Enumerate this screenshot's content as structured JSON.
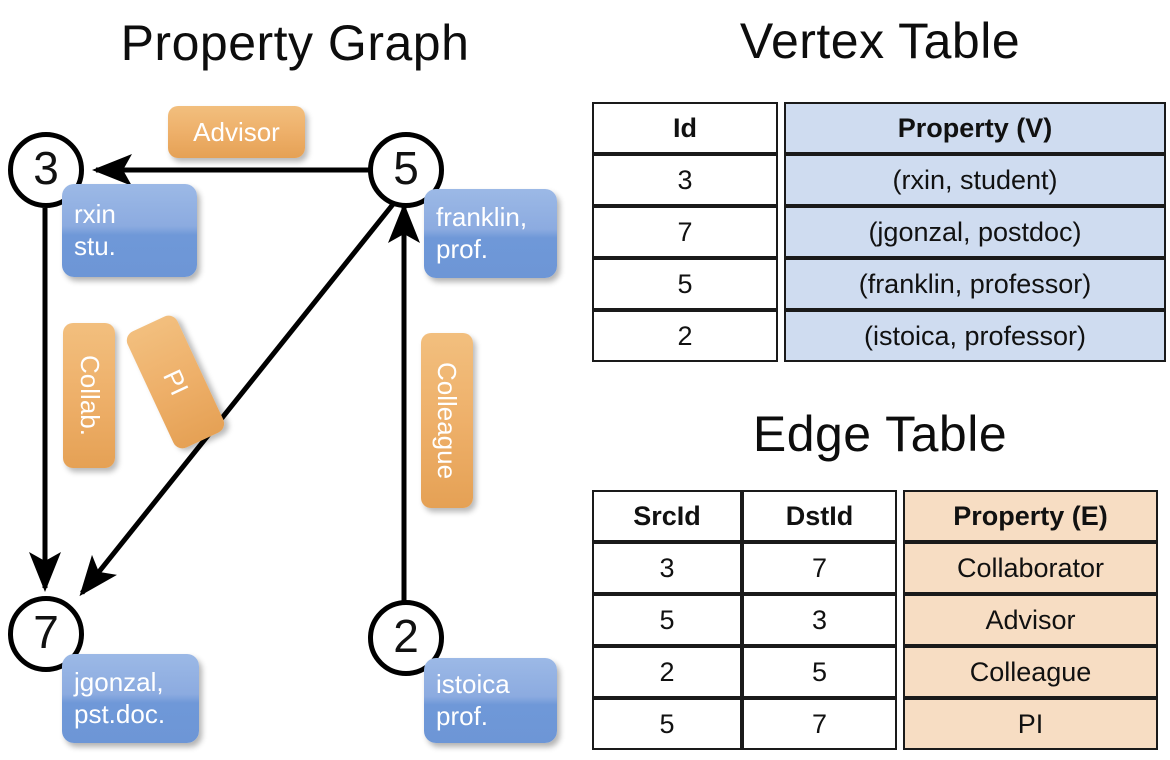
{
  "titles": {
    "property_graph": "Property Graph",
    "vertex_table": "Vertex Table",
    "edge_table": "Edge Table"
  },
  "graph": {
    "nodes": [
      {
        "id": "3",
        "label": "3",
        "property_lines": [
          "rxin",
          "stu."
        ]
      },
      {
        "id": "5",
        "label": "5",
        "property_lines": [
          "franklin,",
          "prof."
        ]
      },
      {
        "id": "7",
        "label": "7",
        "property_lines": [
          "jgonzal,",
          "pst.doc."
        ]
      },
      {
        "id": "2",
        "label": "2",
        "property_lines": [
          "istoica",
          "prof."
        ]
      }
    ],
    "edge_labels": [
      {
        "name": "advisor",
        "text": "Advisor"
      },
      {
        "name": "collab",
        "text": "Collab."
      },
      {
        "name": "pi",
        "text": "PI"
      },
      {
        "name": "colleague",
        "text": "Colleague"
      }
    ],
    "edges": [
      {
        "from": "5",
        "to": "3",
        "label": "Advisor"
      },
      {
        "from": "3",
        "to": "7",
        "label": "Collab."
      },
      {
        "from": "5",
        "to": "7",
        "label": "PI"
      },
      {
        "from": "2",
        "to": "5",
        "label": "Colleague"
      }
    ]
  },
  "vertex_table": {
    "headers": [
      "Id",
      "Property (V)"
    ],
    "rows": [
      {
        "id": "3",
        "property": "(rxin, student)"
      },
      {
        "id": "7",
        "property": "(jgonzal, postdoc)"
      },
      {
        "id": "5",
        "property": "(franklin, professor)"
      },
      {
        "id": "2",
        "property": "(istoica, professor)"
      }
    ]
  },
  "edge_table": {
    "headers": [
      "SrcId",
      "DstId",
      "Property (E)"
    ],
    "rows": [
      {
        "src": "3",
        "dst": "7",
        "property": "Collaborator"
      },
      {
        "src": "5",
        "dst": "3",
        "property": "Advisor"
      },
      {
        "src": "2",
        "dst": "5",
        "property": "Colleague"
      },
      {
        "src": "5",
        "dst": "7",
        "property": "PI"
      }
    ]
  },
  "colors": {
    "vertex_property_fill": "#cfdcf0",
    "edge_property_fill": "#f7ddc3",
    "node_box_blue": "#7fa3da",
    "edge_box_orange": "#eeb06a",
    "stroke": "#000000",
    "background": "#ffffff"
  }
}
